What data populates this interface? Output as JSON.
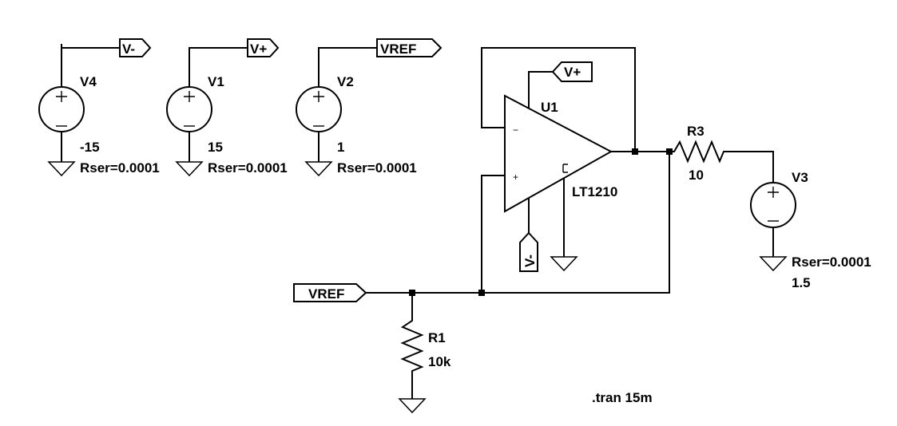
{
  "sources": {
    "v4": {
      "name": "V4",
      "value": "-15",
      "rser": "Rser=0.0001",
      "net": "V-"
    },
    "v1": {
      "name": "V1",
      "value": "15",
      "rser": "Rser=0.0001",
      "net": "V+"
    },
    "v2": {
      "name": "V2",
      "value": "1",
      "rser": "Rser=0.0001",
      "net": "VREF"
    },
    "v3": {
      "name": "V3",
      "value": "1.5",
      "rser": "Rser=0.0001"
    }
  },
  "opamp": {
    "name": "U1",
    "model": "LT1210",
    "minus": "−",
    "plus": "+",
    "supply_pos": "V+",
    "supply_neg": "V-"
  },
  "resistors": {
    "r3": {
      "name": "R3",
      "value": "10"
    },
    "r1": {
      "name": "R1",
      "value": "10k"
    }
  },
  "vref_input": "VREF",
  "directive": ".tran 15m"
}
